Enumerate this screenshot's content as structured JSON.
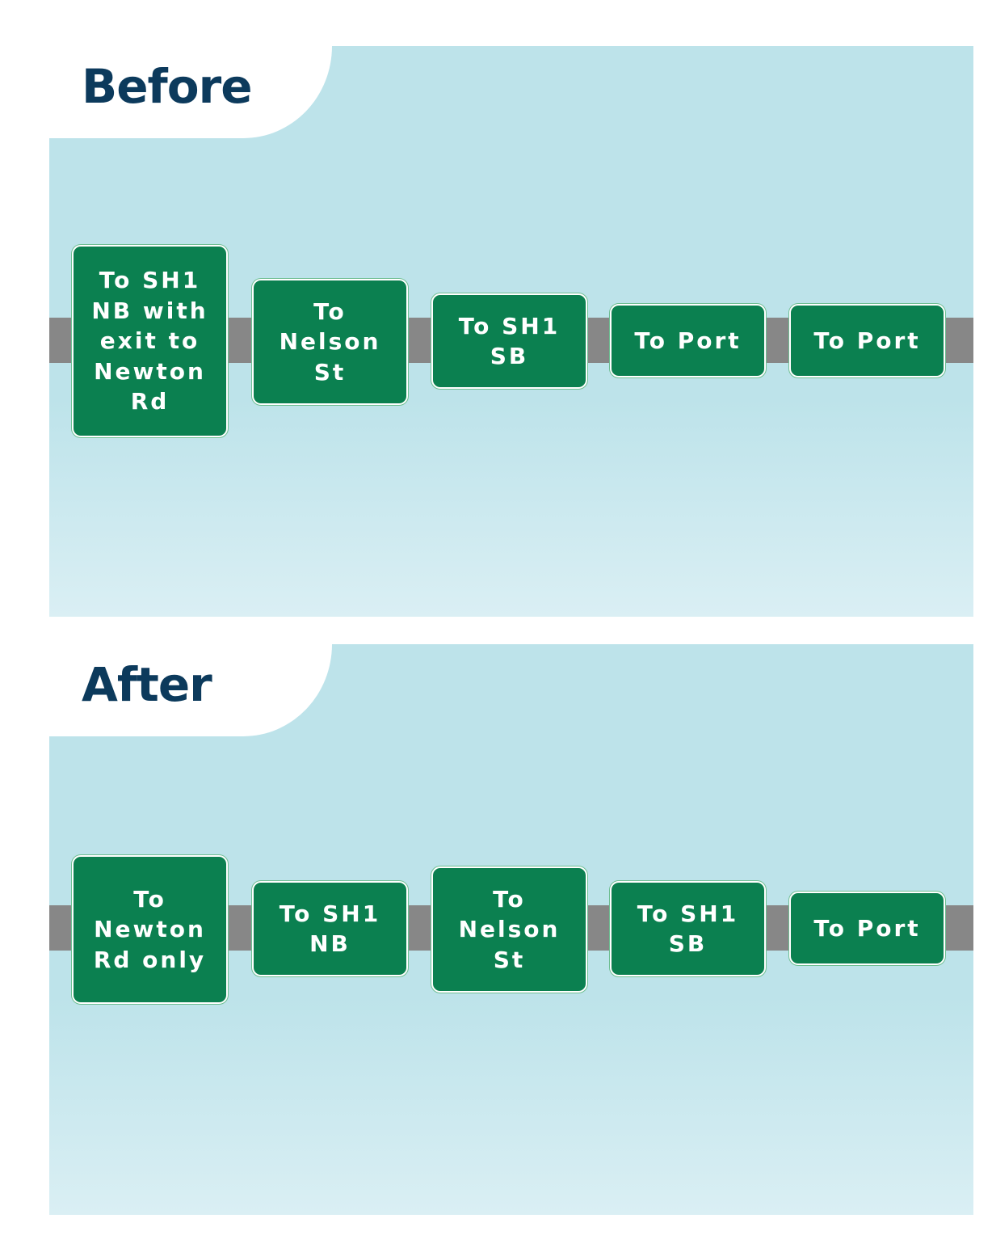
{
  "before": {
    "title": "Before",
    "signs": [
      {
        "text": "To SH1\nNB with\nexit to\nNewton\nRd"
      },
      {
        "text": "To\nNelson\nSt"
      },
      {
        "text": "To SH1\nSB"
      },
      {
        "text": "To Port"
      },
      {
        "text": "To Port"
      }
    ]
  },
  "after": {
    "title": "After",
    "signs": [
      {
        "text": "To\nNewton\nRd only"
      },
      {
        "text": "To SH1\nNB"
      },
      {
        "text": "To\nNelson\nSt"
      },
      {
        "text": "To SH1\nSB"
      },
      {
        "text": "To Port"
      }
    ]
  },
  "colors": {
    "sign_green": "#0b8050",
    "title_navy": "#0c3a5c",
    "panel_blue": "#bde3ea",
    "road_grey": "#878787"
  }
}
